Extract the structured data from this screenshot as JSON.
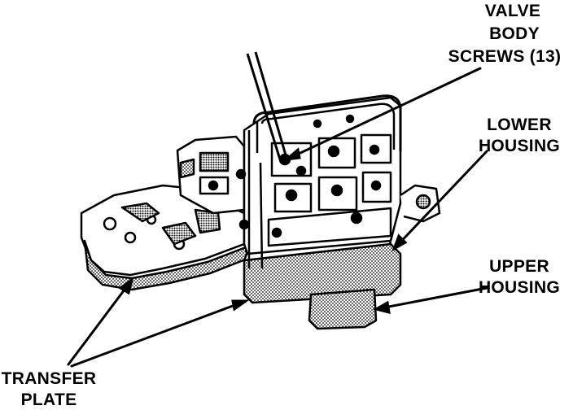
{
  "labels": {
    "valve_body_screws": {
      "line1": "VALVE",
      "line2": "BODY",
      "line3": "SCREWS (13)"
    },
    "lower_housing": {
      "line1": "LOWER",
      "line2": "HOUSING"
    },
    "upper_housing": {
      "line1": "UPPER",
      "line2": "HOUSING"
    },
    "transfer_plate": {
      "line1": "TRANSFER",
      "line2": "PLATE"
    }
  },
  "colors": {
    "ink": "#000000",
    "paper": "#ffffff",
    "halftone": "#7a7a7a"
  }
}
